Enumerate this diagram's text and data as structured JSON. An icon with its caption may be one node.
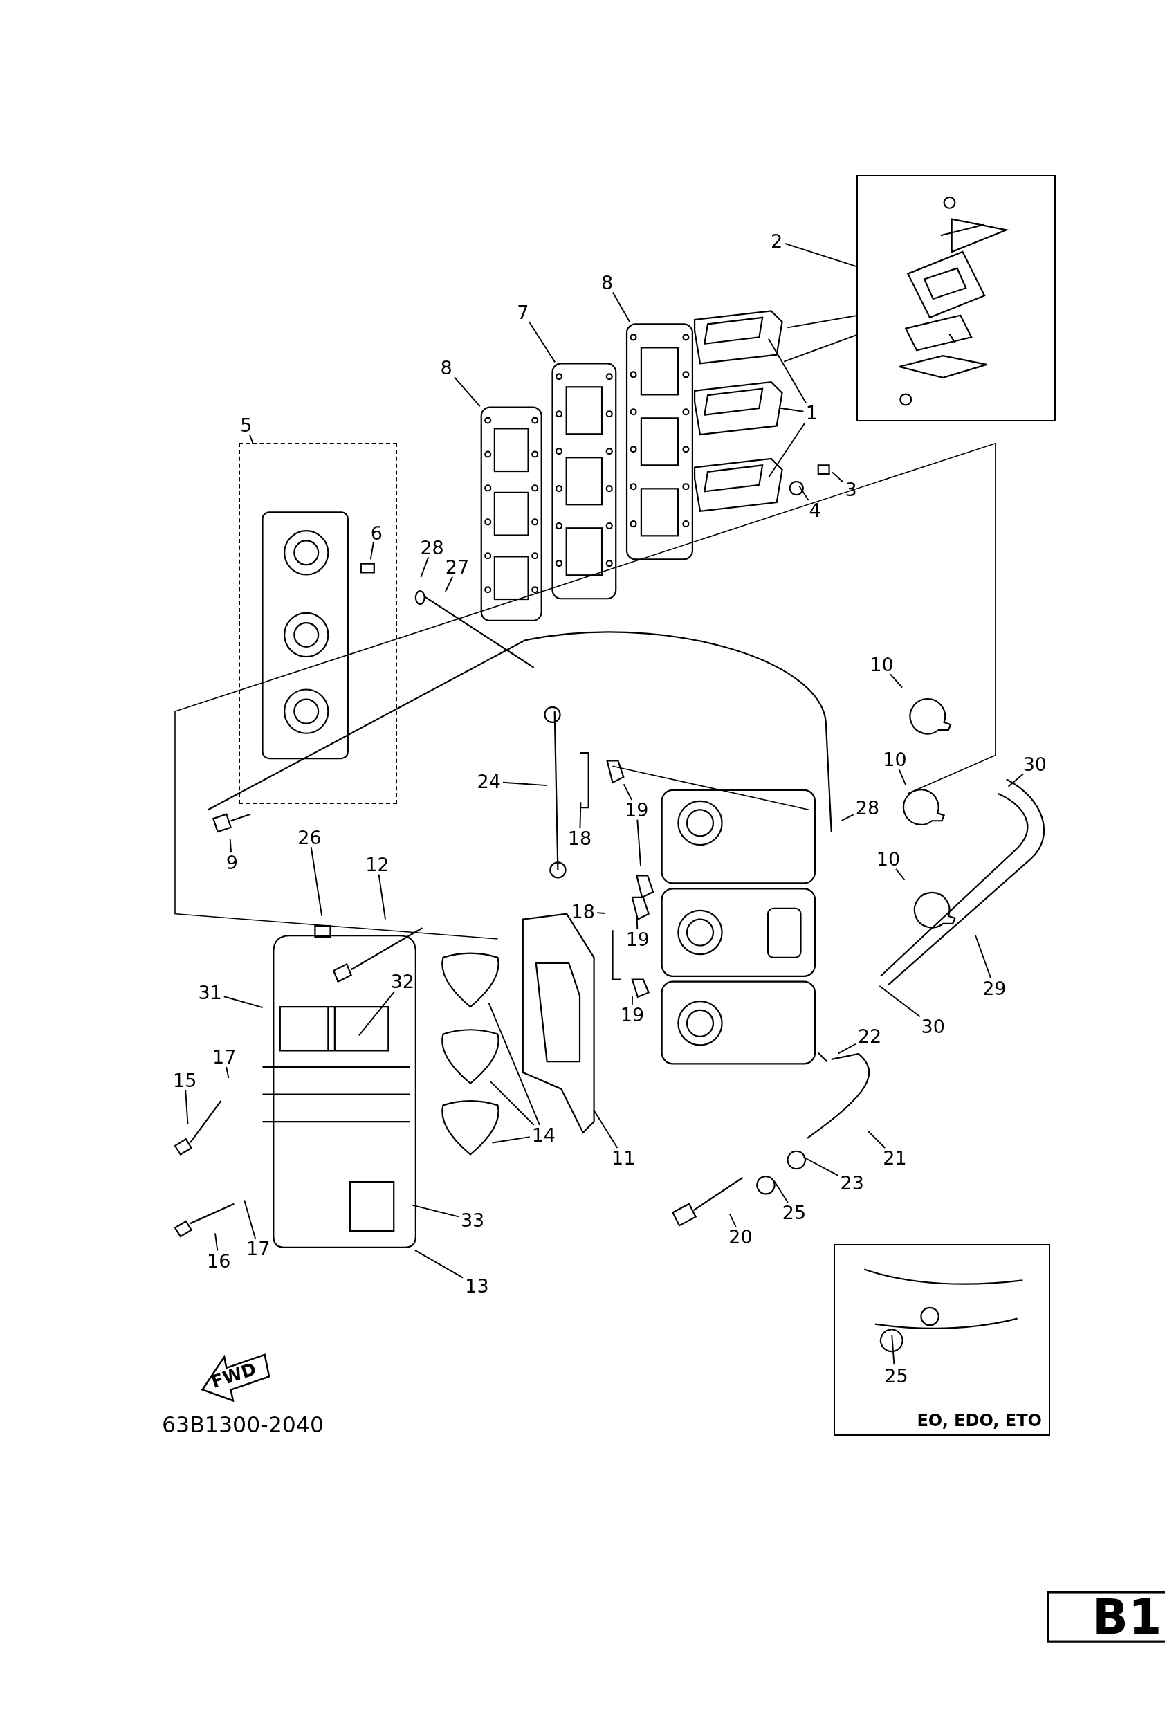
{
  "diagram": {
    "nodes": [
      {
        "text": [],
        "shape": "box"
      },
      {
        "text": [
          "2"
        ]
      },
      {
        "text": [
          "8"
        ]
      },
      {
        "text": [
          "7"
        ]
      },
      {
        "text": [
          "8"
        ]
      },
      {
        "text": [
          "1"
        ]
      },
      {
        "text": [
          "5"
        ]
      },
      {
        "text": [],
        "shape": "box"
      },
      {
        "text": [
          "3"
        ]
      },
      {
        "text": [
          "4"
        ]
      },
      {
        "text": [
          "6"
        ],
        "in": 7
      },
      {
        "text": [
          "28"
        ]
      },
      {
        "text": [
          "27"
        ]
      },
      {
        "text": [
          "10"
        ]
      },
      {
        "text": [
          "10"
        ]
      },
      {
        "text": [
          "30"
        ]
      },
      {
        "text": [
          "24"
        ]
      },
      {
        "text": [
          "19"
        ]
      },
      {
        "text": [
          "28"
        ]
      },
      {
        "text": [
          "18"
        ]
      },
      {
        "text": [
          "26"
        ]
      },
      {
        "text": [
          "9"
        ]
      },
      {
        "text": [
          "12"
        ]
      },
      {
        "text": [
          "10"
        ]
      },
      {
        "text": [
          "18"
        ]
      },
      {
        "text": [
          "19"
        ]
      },
      {
        "text": [
          "31"
        ]
      },
      {
        "text": [
          "32"
        ]
      },
      {
        "text": [
          "29"
        ]
      },
      {
        "text": [
          "30"
        ]
      },
      {
        "text": [
          "19"
        ]
      },
      {
        "text": [
          "22"
        ]
      },
      {
        "text": [
          "17"
        ]
      },
      {
        "text": [
          "15"
        ]
      },
      {
        "text": [
          "14"
        ]
      },
      {
        "text": [
          "11"
        ]
      },
      {
        "text": [
          "21"
        ]
      },
      {
        "text": [
          "23"
        ]
      },
      {
        "text": [
          "25"
        ]
      },
      {
        "text": [
          "33"
        ]
      },
      {
        "text": [
          "20"
        ]
      },
      {
        "text": [
          "17"
        ]
      },
      {
        "text": [
          "16"
        ]
      },
      {
        "text": [
          "13"
        ]
      },
      {
        "text": [
          "EO, EDO, ETO"
        ]
      },
      {
        "text": [
          "25"
        ],
        "in": 44
      }
    ],
    "edges": [
      {
        "from": 1,
        "to": 0,
        "arrow": "none"
      },
      {
        "from": 0,
        "to": null,
        "arrow": "none"
      },
      {
        "from": 0,
        "to": null,
        "arrow": "none"
      },
      {
        "from": 2,
        "to": null,
        "arrow": "none"
      },
      {
        "from": 3,
        "to": null,
        "arrow": "none"
      },
      {
        "from": 4,
        "to": null,
        "arrow": "none"
      },
      {
        "from": 5,
        "to": null,
        "arrow": "none"
      },
      {
        "from": 5,
        "to": null,
        "arrow": "none"
      },
      {
        "from": 5,
        "to": null,
        "arrow": "none"
      },
      {
        "from": 6,
        "to": 7,
        "arrow": "none"
      },
      {
        "from": 8,
        "to": null,
        "arrow": "none"
      },
      {
        "from": 9,
        "to": null,
        "arrow": "none"
      },
      {
        "from": 10,
        "to": null,
        "arrow": "none"
      },
      {
        "from": 11,
        "to": null,
        "arrow": "none"
      },
      {
        "from": 12,
        "to": null,
        "arrow": "none"
      },
      {
        "from": 13,
        "to": null,
        "arrow": "none"
      },
      {
        "from": 14,
        "to": null,
        "arrow": "none"
      },
      {
        "from": 15,
        "to": null,
        "arrow": "none"
      },
      {
        "from": 16,
        "to": null,
        "arrow": "none"
      },
      {
        "from": 17,
        "to": null,
        "arrow": "none"
      },
      {
        "from": 17,
        "to": null,
        "arrow": "none"
      },
      {
        "from": 18,
        "to": null,
        "arrow": "none"
      },
      {
        "from": 19,
        "to": null,
        "arrow": "none"
      },
      {
        "from": 20,
        "to": null,
        "arrow": "none"
      },
      {
        "from": 21,
        "to": null,
        "arrow": "none"
      },
      {
        "from": 22,
        "to": null,
        "arrow": "none"
      },
      {
        "from": 23,
        "to": null,
        "arrow": "none"
      },
      {
        "from": 24,
        "to": null,
        "arrow": "none"
      },
      {
        "from": 25,
        "to": null,
        "arrow": "none"
      },
      {
        "from": 26,
        "to": null,
        "arrow": "none"
      },
      {
        "from": 27,
        "to": null,
        "arrow": "none"
      },
      {
        "from": 28,
        "to": null,
        "arrow": "none"
      },
      {
        "from": 29,
        "to": null,
        "arrow": "none"
      },
      {
        "from": 30,
        "to": null,
        "arrow": "none"
      },
      {
        "from": 31,
        "to": null,
        "arrow": "none"
      },
      {
        "from": 32,
        "to": null,
        "arrow": "none"
      },
      {
        "from": 33,
        "to": null,
        "arrow": "none"
      },
      {
        "from": 34,
        "to": null,
        "arrow": "none"
      },
      {
        "from": 34,
        "to": null,
        "arrow": "none"
      },
      {
        "from": 34,
        "to": null,
        "arrow": "none"
      },
      {
        "from": 35,
        "to": null,
        "arrow": "none"
      },
      {
        "from": 36,
        "to": null,
        "arrow": "none"
      },
      {
        "from": 37,
        "to": null,
        "arrow": "none"
      },
      {
        "from": 38,
        "to": null,
        "arrow": "none"
      },
      {
        "from": 39,
        "to": null,
        "arrow": "none"
      },
      {
        "from": 40,
        "to": null,
        "arrow": "none"
      },
      {
        "from": 41,
        "to": null,
        "arrow": "none"
      },
      {
        "from": 42,
        "to": null,
        "arrow": "none"
      },
      {
        "from": 43,
        "to": null,
        "arrow": "none"
      },
      {
        "from": 45,
        "to": null,
        "arrow": "none"
      }
    ],
    "labels": [
      "FWD",
      "63B1300-2040",
      "B1"
    ]
  }
}
